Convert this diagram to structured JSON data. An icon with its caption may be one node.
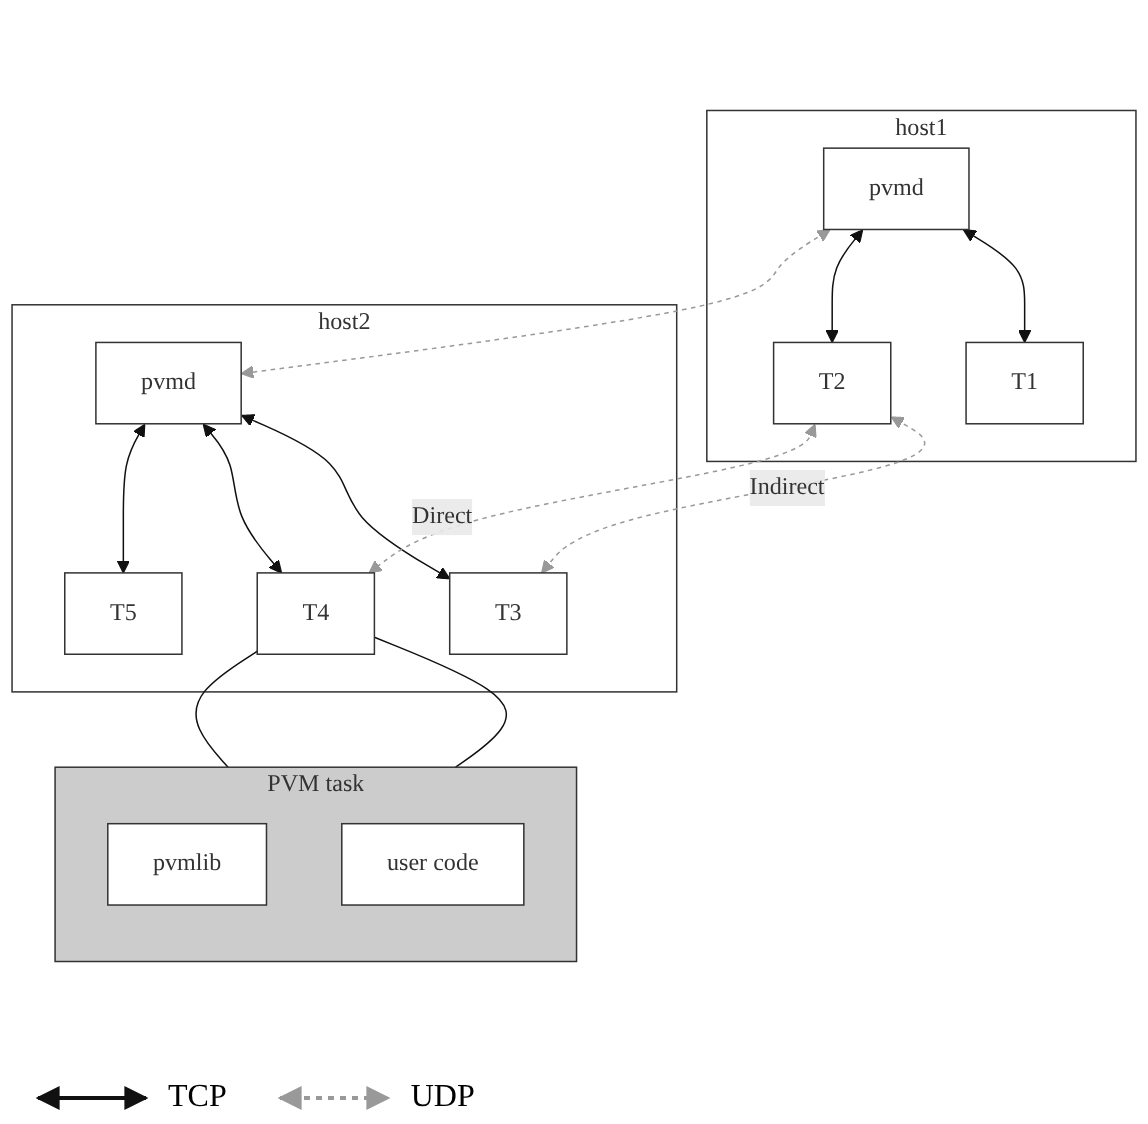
{
  "diagram": {
    "nodes": [
      {
        "text": [
          "host1"
        ]
      },
      {
        "text": [
          "pvmd"
        ],
        "in": 0
      },
      {
        "text": [
          "T1"
        ],
        "in": 0
      },
      {
        "text": [
          "T2"
        ],
        "in": 0
      },
      {
        "text": [
          "host2"
        ]
      },
      {
        "text": [
          "pvmd"
        ],
        "in": 4
      },
      {
        "text": [
          "T3"
        ],
        "in": 4
      },
      {
        "text": [
          "T4"
        ],
        "in": 4
      },
      {
        "text": [
          "T5"
        ],
        "in": 4
      },
      {
        "text": [
          "PVM task"
        ]
      },
      {
        "text": [
          "pvmlib"
        ],
        "in": 9
      },
      {
        "text": [
          "user code"
        ],
        "in": 9
      }
    ],
    "edges": [
      {
        "from": 1,
        "to": 2,
        "arrow": "both"
      },
      {
        "from": 1,
        "to": 3,
        "arrow": "both"
      },
      {
        "from": 1,
        "to": 5,
        "arrow": "both",
        "style": "dashed",
        "color": "#999999"
      },
      {
        "from": 3,
        "to": 6,
        "arrow": "both",
        "label": "Indirect",
        "style": "dashed",
        "color": "#999999"
      },
      {
        "from": 5,
        "to": 6,
        "arrow": "both"
      },
      {
        "from": 5,
        "to": 7,
        "arrow": "both"
      },
      {
        "from": 5,
        "to": 8,
        "arrow": "both"
      },
      {
        "from": 3,
        "to": 7,
        "arrow": "both",
        "label": "Direct",
        "style": "dashed",
        "color": "#999999"
      },
      {
        "from": 7,
        "to": 9,
        "arrow": "none"
      },
      {
        "from": 7,
        "to": 9,
        "arrow": "none"
      }
    ],
    "legend": [
      {
        "text": "TCP"
      },
      {
        "text": "UDP"
      }
    ]
  }
}
